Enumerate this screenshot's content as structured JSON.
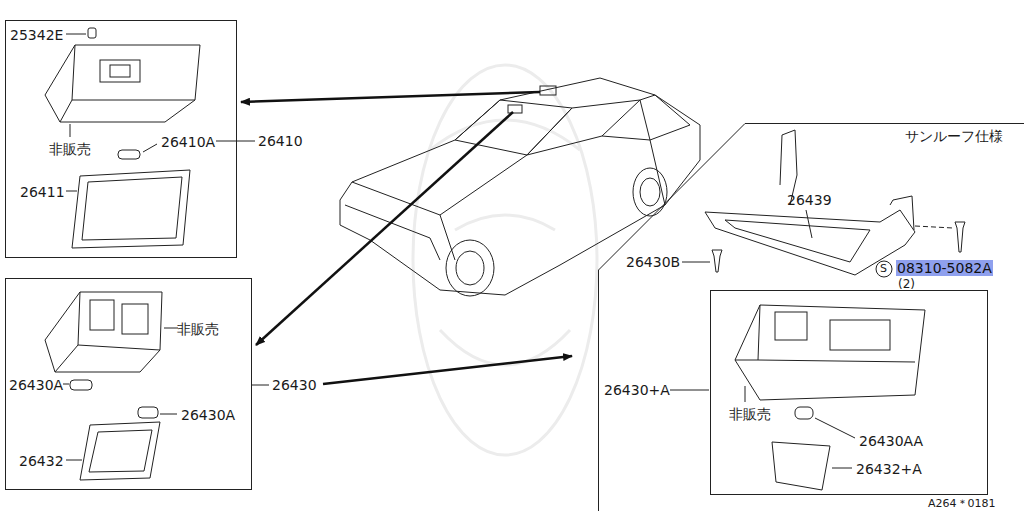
{
  "diagram": {
    "nodes": [
      {
        "text": [
          "25342E",
          "非販売",
          "26410A",
          "26411"
        ]
      },
      {
        "text": [
          "非販売",
          "26430A",
          "26430A",
          "26432"
        ]
      },
      {
        "text": [
          "サンルーフ仕様",
          "26439",
          "26430B",
          "S",
          "08310-5082A",
          "(2)",
          "26430+A"
        ]
      },
      {
        "text": [
          "非販売",
          "26430AA",
          "26432+A"
        ],
        "in": 2
      }
    ],
    "labels": [
      "26410",
      "26430",
      "A264＊0181"
    ]
  }
}
